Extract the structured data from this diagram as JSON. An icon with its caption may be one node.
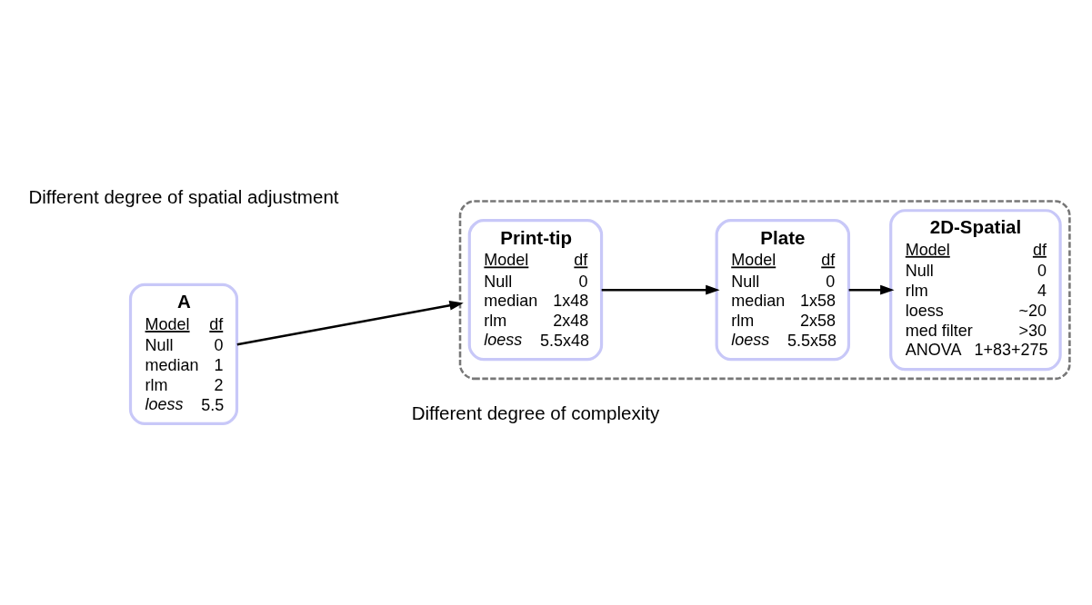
{
  "diagram": {
    "nodes": [
      {
        "text": [],
        "shape": "box"
      },
      {
        "text": [
          "A",
          "Model",
          "df",
          "Null",
          "0",
          "median",
          "1",
          "rlm",
          "2",
          "loess",
          "5.5"
        ]
      },
      {
        "text": [
          "Print-tip",
          "Model",
          "df",
          "Null",
          "0",
          "median",
          "1x48",
          "rlm",
          "2x48",
          "loess",
          "5.5x48"
        ],
        "in": 0
      },
      {
        "text": [
          "Plate",
          "Model",
          "df",
          "Null",
          "0",
          "median",
          "1x58",
          "rlm",
          "2x58",
          "loess",
          "5.5x58"
        ],
        "in": 0
      },
      {
        "text": [
          "2D-Spatial",
          "Model",
          "df",
          "Null",
          "0",
          "rlm",
          "4",
          "loess",
          "~20",
          "med filter",
          ">30",
          "ANOVA",
          "1+83+275"
        ],
        "in": 0
      }
    ],
    "edges": [
      {
        "from": 1,
        "to": 0,
        "arrow": "to"
      },
      {
        "from": 2,
        "to": 3,
        "arrow": "to"
      },
      {
        "from": 3,
        "to": 4,
        "arrow": "to"
      }
    ],
    "labels": [
      "Different degree of spatial adjustment",
      "Different degree of complexity"
    ]
  }
}
